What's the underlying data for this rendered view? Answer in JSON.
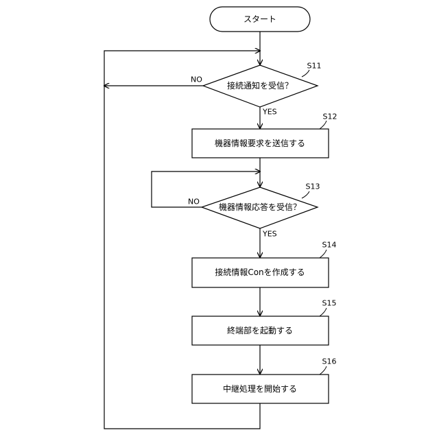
{
  "flowchart": {
    "start": {
      "label": "スタート"
    },
    "steps": [
      {
        "id": "S11",
        "kind": "decision",
        "label": "接続通知を受信？",
        "no": "NO",
        "yes": "YES"
      },
      {
        "id": "S12",
        "kind": "process",
        "label": "機器情報要求を送信する"
      },
      {
        "id": "S13",
        "kind": "decision",
        "label": "機器情報応答を受信？",
        "no": "NO",
        "yes": "YES"
      },
      {
        "id": "S14",
        "kind": "process",
        "label": "接続情報Conを作成する"
      },
      {
        "id": "S15",
        "kind": "process",
        "label": "終端部を起動する"
      },
      {
        "id": "S16",
        "kind": "process",
        "label": "中継処理を開始する"
      }
    ]
  }
}
